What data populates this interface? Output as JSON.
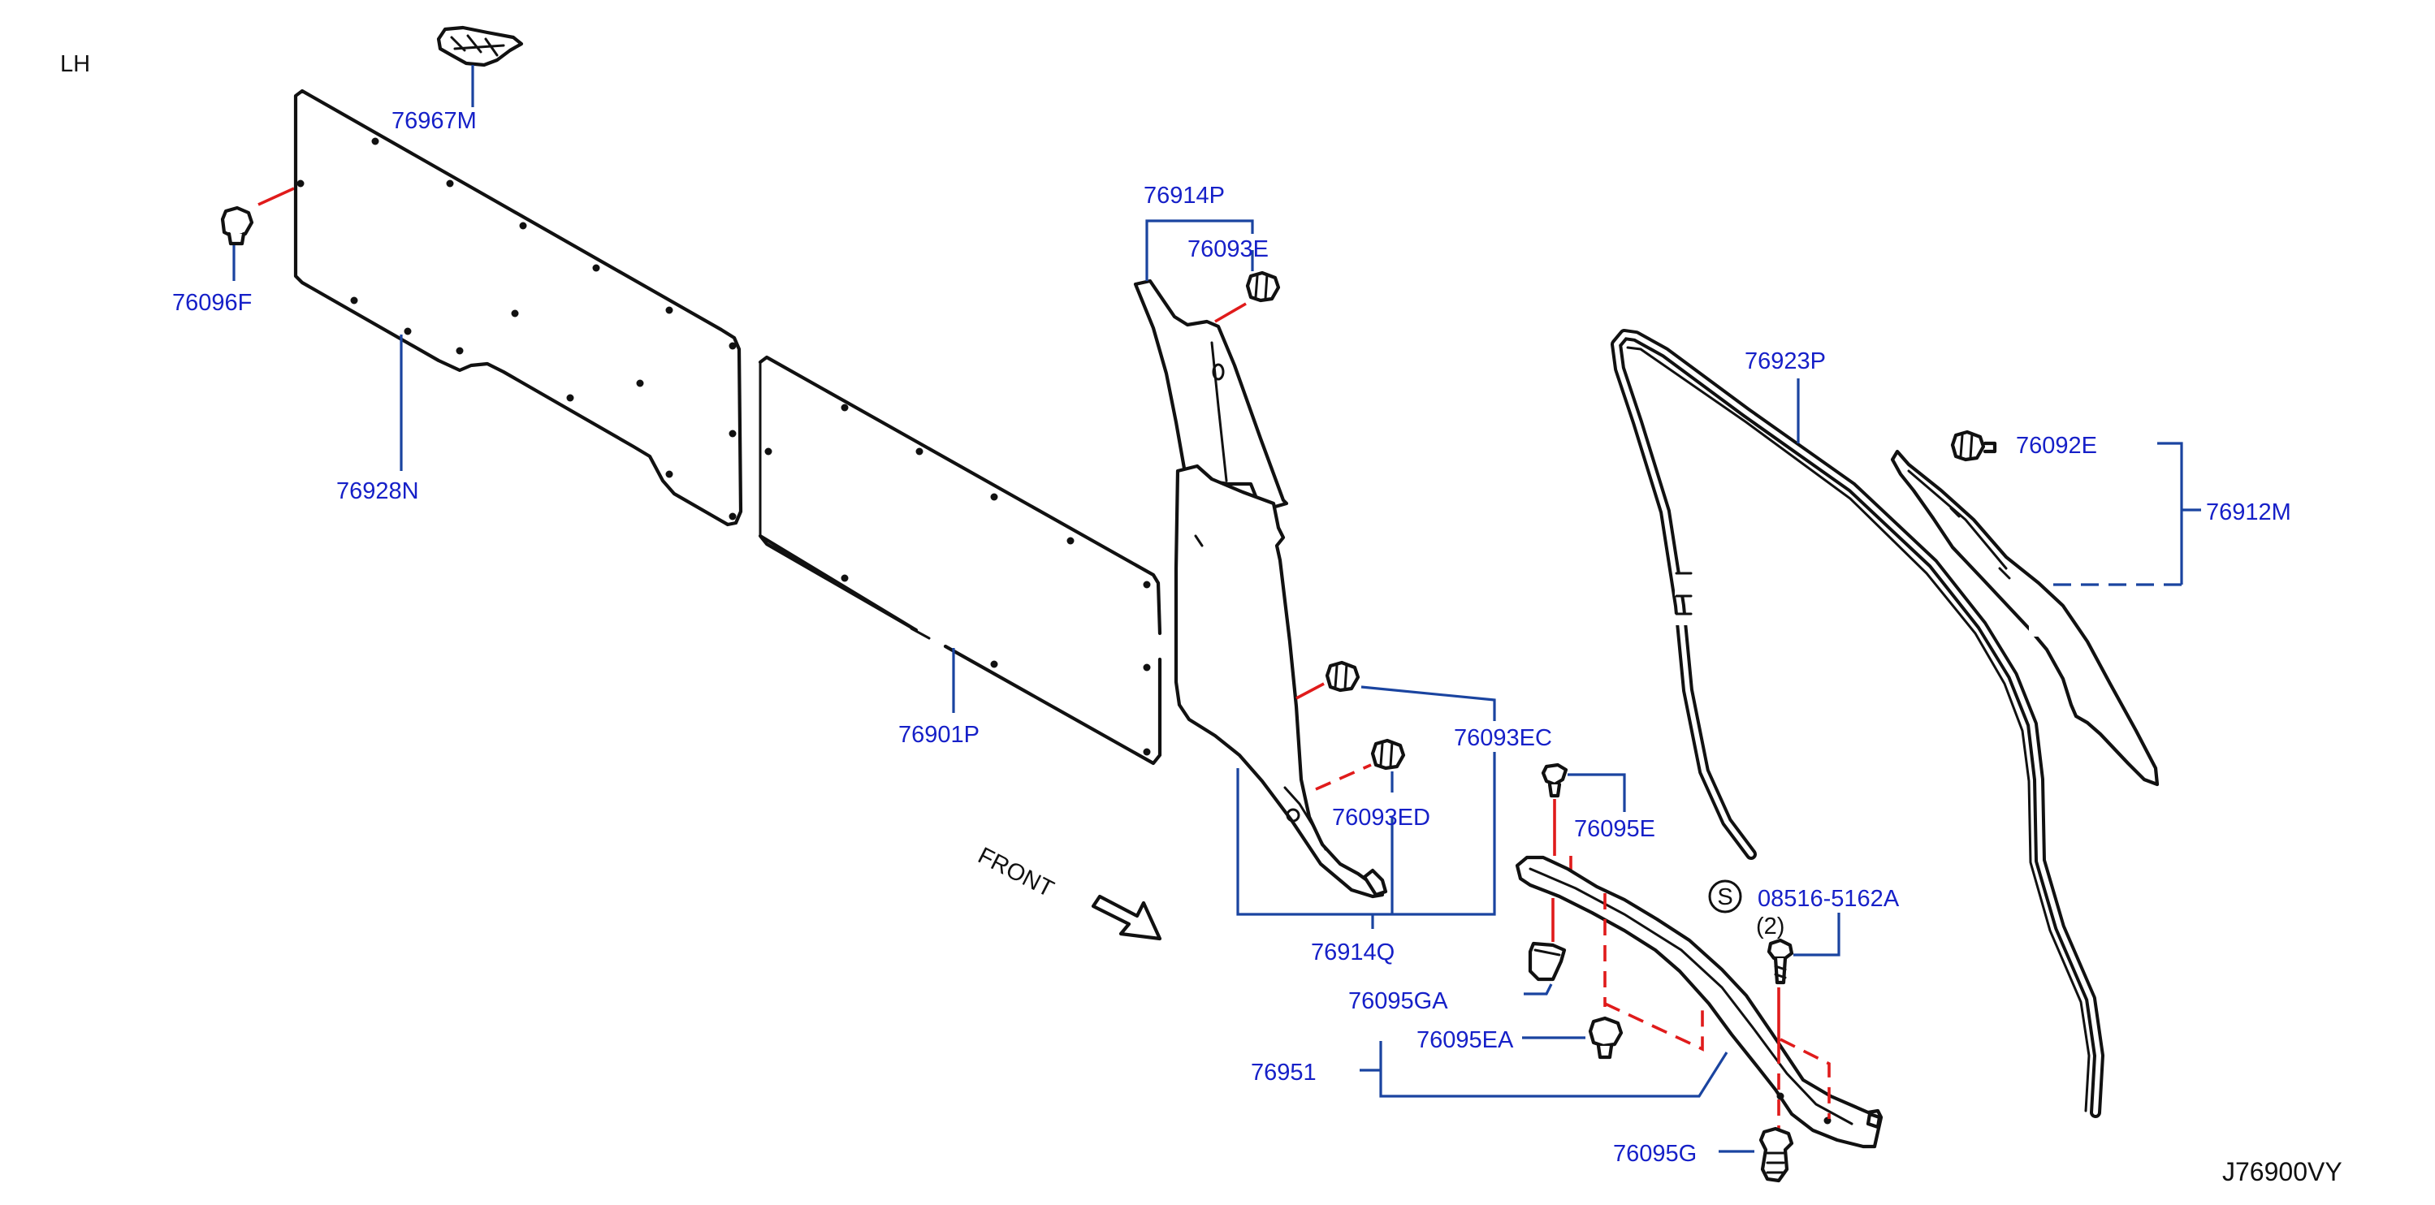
{
  "side_label": "LH",
  "diagram_ref": "J76900VY",
  "front_label": "FRONT",
  "screw_symbol": "S",
  "parts": {
    "p76967M": "76967M",
    "p76096F": "76096F",
    "p76928N": "76928N",
    "p76901P": "76901P",
    "p76914P": "76914P",
    "p76093E": "76093E",
    "p76093EC": "76093EC",
    "p76093ED": "76093ED",
    "p76914Q": "76914Q",
    "p76923P": "76923P",
    "p76092E": "76092E",
    "p76912M": "76912M",
    "p76095E": "76095E",
    "p08516": "08516-5162A",
    "qty08516": "(2)",
    "p76095GA": "76095GA",
    "p76095EA": "76095EA",
    "p76951": "76951",
    "p76095G": "76095G"
  },
  "colors": {
    "part_number": "#1620c8",
    "leader_line": "#1a44a0",
    "fastener_line": "#e01b1b",
    "outline": "#111111"
  }
}
